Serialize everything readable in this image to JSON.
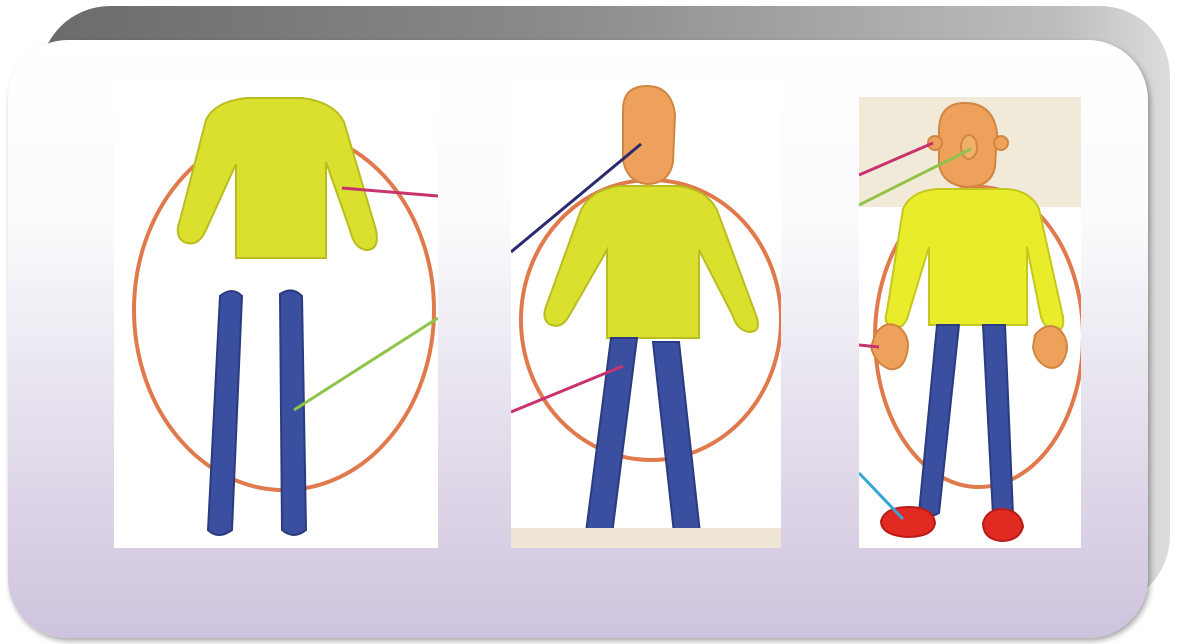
{
  "slide": {
    "colors": {
      "shadow": "#7a7a7a",
      "card_top": "#ffffff",
      "card_bottom": "#cec3dd"
    },
    "steps": [
      {
        "step": 1,
        "parts": [
          "body-with-arms",
          "legs"
        ],
        "pointer_colors": [
          "#c8336f",
          "#8fc44a"
        ]
      },
      {
        "step": 2,
        "parts": [
          "head",
          "body-with-arms",
          "legs"
        ],
        "pointer_colors": [
          "#2a2a6e",
          "#c8336f"
        ]
      },
      {
        "step": 3,
        "parts": [
          "ears",
          "nose",
          "head",
          "body-with-arms",
          "hands",
          "legs",
          "shoes"
        ],
        "pointer_colors": [
          "#c8336f",
          "#8fc44a",
          "#c8336f",
          "#35a6d3"
        ]
      }
    ],
    "clay_colors": {
      "shirt": "#dbe02f",
      "pants": "#3a4f9f",
      "skin": "#eda15a",
      "shoes": "#e02a22",
      "circle": "#e07a4d"
    }
  }
}
